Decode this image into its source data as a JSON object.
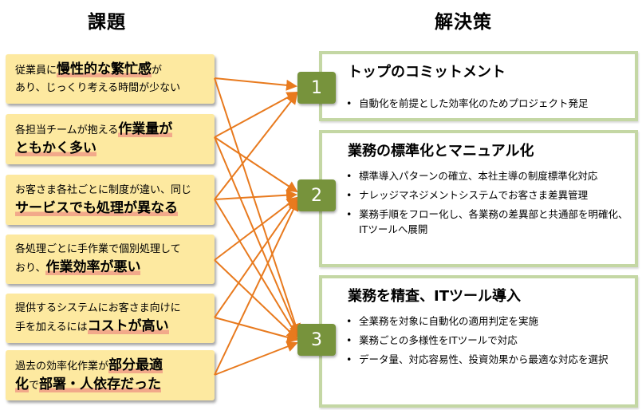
{
  "headers": {
    "issues": "課題",
    "solutions": "解決策"
  },
  "issues": [
    {
      "line1_pre": "従業員に",
      "line1_em": "慢性的な繁忙感",
      "line1_post": "が",
      "line2_pre": "あり、じっくり考える時間が少ない",
      "line2_em": "",
      "line2_post": ""
    },
    {
      "line1_pre": "各担当チームが抱える",
      "line1_em": "作業量が",
      "line1_post": "",
      "line2_pre": "",
      "line2_em": "ともかく多い",
      "line2_post": ""
    },
    {
      "line1_pre": "お客さま各社ごとに制度が違い、同じ",
      "line1_em": "",
      "line1_post": "",
      "line2_pre": "",
      "line2_em": "サービスでも処理が異なる",
      "line2_post": ""
    },
    {
      "line1_pre": "各処理ごとに手作業で個別処理して",
      "line1_em": "",
      "line1_post": "",
      "line2_pre": "おり、",
      "line2_em": "作業効率が悪い",
      "line2_post": ""
    },
    {
      "line1_pre": "提供するシステムにお客さま向けに",
      "line1_em": "",
      "line1_post": "",
      "line2_pre": "手を加えるには",
      "line2_em": "コストが高い",
      "line2_post": ""
    },
    {
      "line1_pre": "過去の効率化作業が",
      "line1_em": "部分最適",
      "line1_post": "",
      "line2_pre": "",
      "line2_em": "化",
      "line2_post": "で",
      "line2_em2": "部署・人依存だった"
    }
  ],
  "solutions": [
    {
      "number": "1",
      "title": "トップのコミットメント",
      "bullets": [
        "自動化を前提とした効率化のためプロジェクト発足"
      ]
    },
    {
      "number": "2",
      "title": "業務の標準化とマニュアル化",
      "bullets": [
        "標準導入パターンの確立、本社主導の制度標準化対応",
        "ナレッジマネジメントシステムでお客さま差異管理",
        "業務手順をフロー化し、各業務の差異部と共通部を明確化、ITツールへ展開"
      ]
    },
    {
      "number": "3",
      "title": "業務を精査、ITツール導入",
      "bullets": [
        "全業務を対象に自動化の適用判定を実施",
        "業務ごとの多様性をITツールで対応",
        "データ量、対応容易性、投資効果から最適な対応を選択"
      ]
    }
  ],
  "colors": {
    "issue_bg": "#fde9a0",
    "highlight": "#f2a98a",
    "arrow": "#e87a1e",
    "number_bg": "#77933c",
    "solution_border": "#c4d7a4"
  }
}
